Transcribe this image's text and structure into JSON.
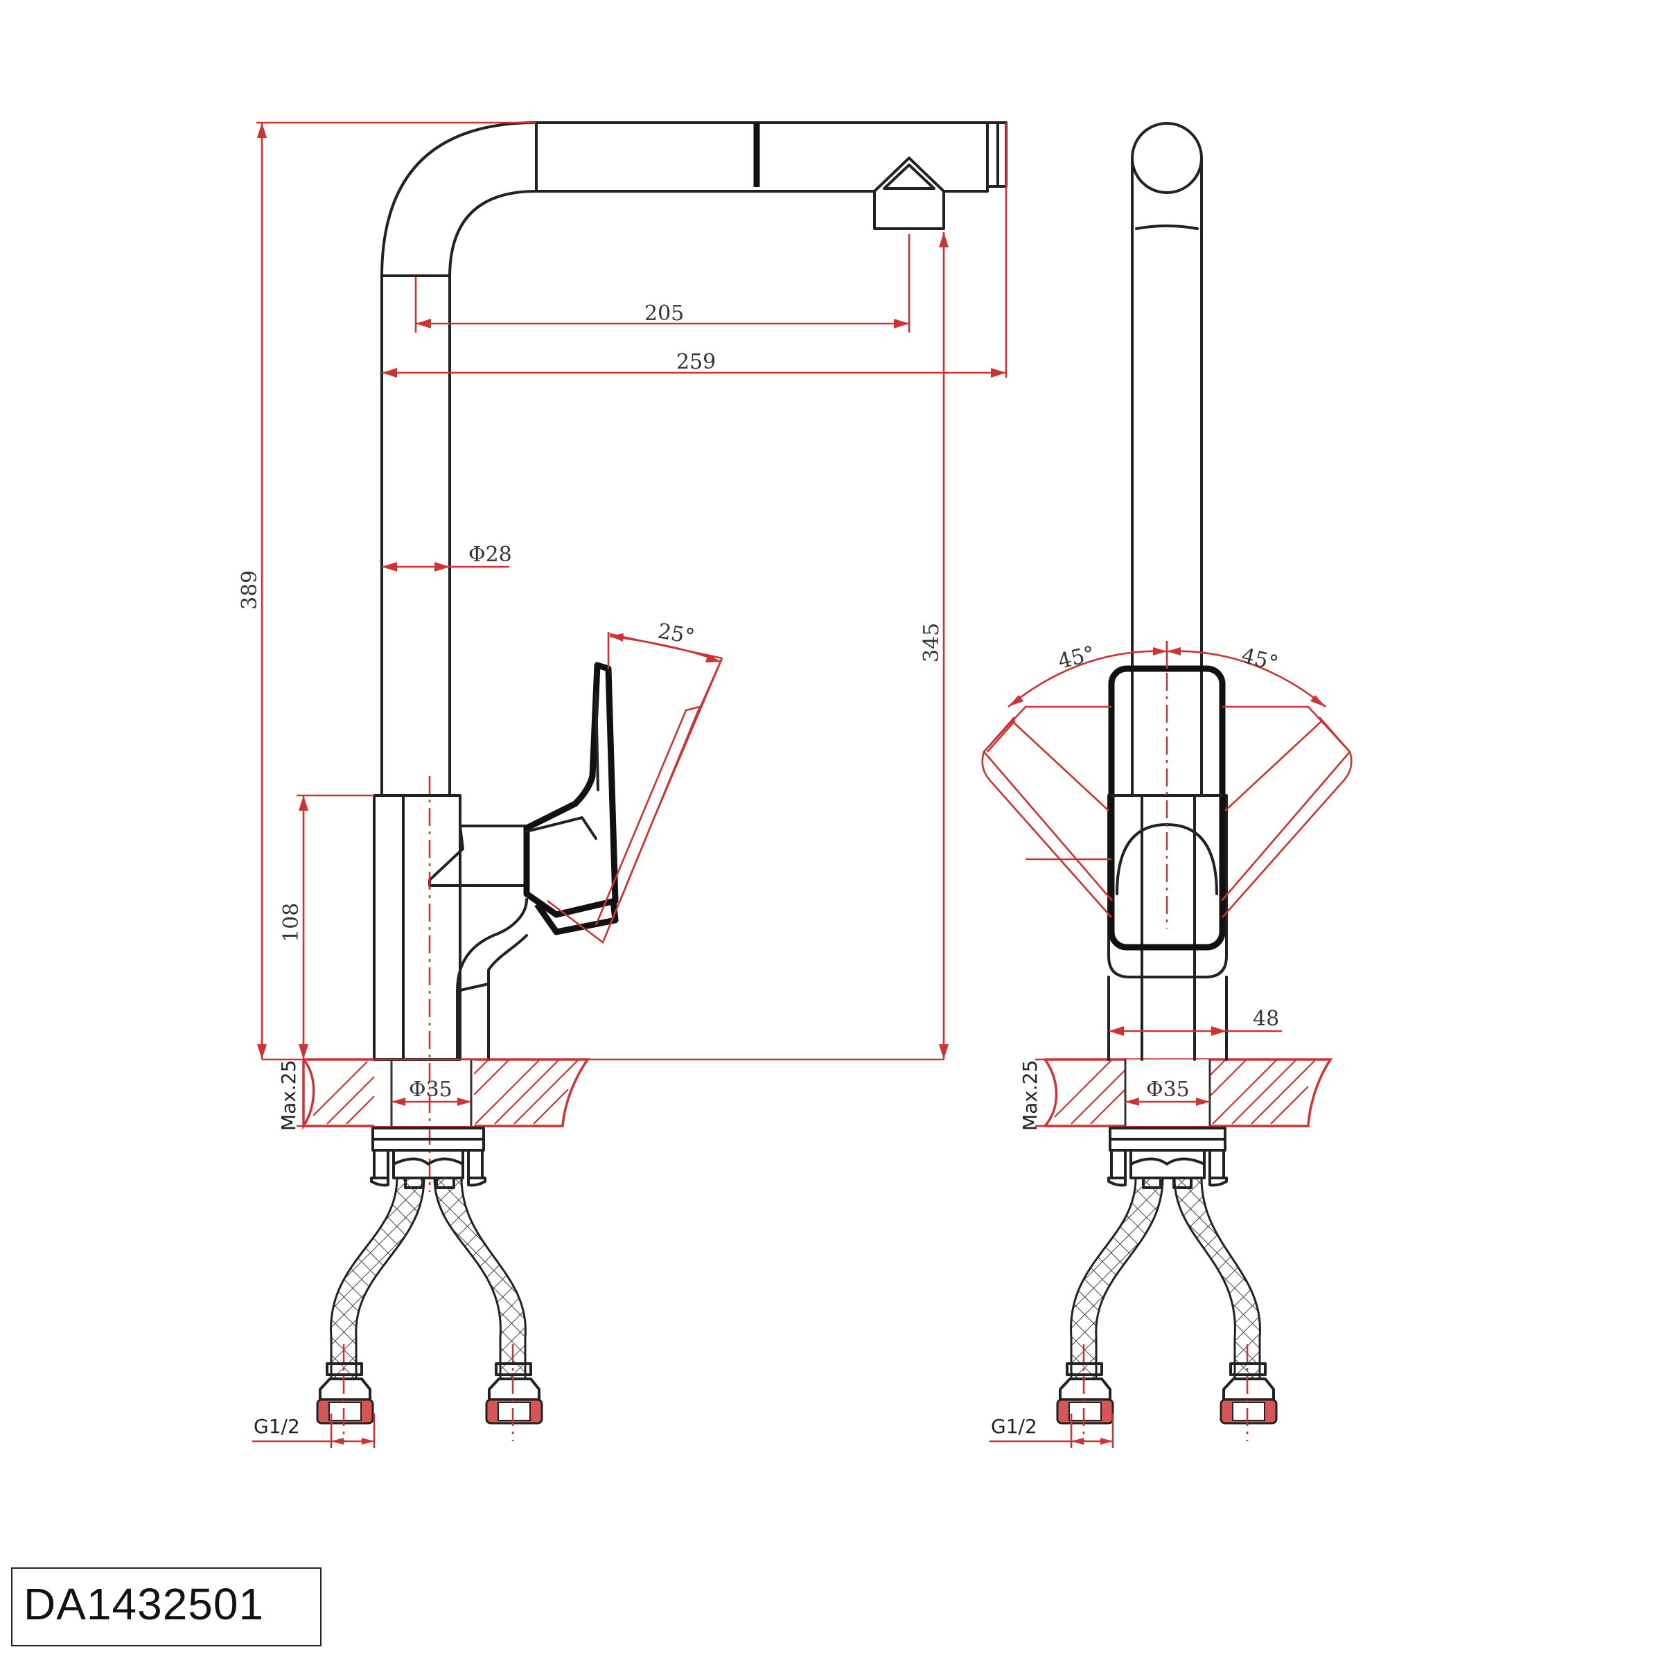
{
  "model_code": "DA1432501",
  "dimensions": {
    "reach_inner": "205",
    "reach_overall": "259",
    "height_overall": "389",
    "spout_height": "345",
    "tube_diameter": "Φ28",
    "body_height": "108",
    "max_deck": "Max.25",
    "hole_diameter_side": "Φ35",
    "hole_diameter_front": "Φ35",
    "body_width": "48",
    "lever_angle_side": "25°",
    "lever_angle_left": "45°",
    "lever_angle_right": "45°",
    "thread_side": "G1/2",
    "thread_front": "G1/2"
  },
  "colors": {
    "dimension": "#cc3333",
    "outline": "#222222"
  }
}
